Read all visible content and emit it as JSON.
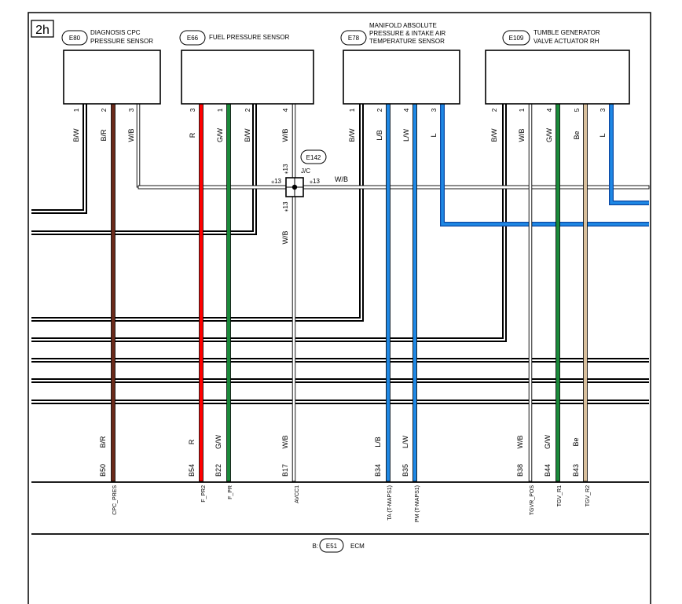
{
  "page": {
    "label": "2h"
  },
  "connectors": [
    {
      "id": "E80",
      "name_lines": [
        "DIAGNOSIS CPC",
        "PRESSURE SENSOR"
      ]
    },
    {
      "id": "E66",
      "name_lines": [
        "FUEL PRESSURE SENSOR"
      ]
    },
    {
      "id": "E78",
      "name_lines": [
        "MANIFOLD ABSOLUTE",
        "PRESSURE & INTAKE AIR",
        "TEMPERATURE SENSOR"
      ]
    },
    {
      "id": "E109",
      "name_lines": [
        "TUMBLE GENERATOR",
        "VALVE ACTUATOR RH"
      ]
    }
  ],
  "sensor_pins": [
    {
      "pin": "1",
      "wire": "B/W"
    },
    {
      "pin": "2",
      "wire": "B/R"
    },
    {
      "pin": "3",
      "wire": "W/B"
    },
    {
      "pin": "3",
      "wire": "R"
    },
    {
      "pin": "1",
      "wire": "G/W"
    },
    {
      "pin": "2",
      "wire": "B/W"
    },
    {
      "pin": "4",
      "wire": "W/B"
    },
    {
      "pin": "1",
      "wire": "B/W"
    },
    {
      "pin": "2",
      "wire": "L/B"
    },
    {
      "pin": "4",
      "wire": "L/W"
    },
    {
      "pin": "3",
      "wire": "L"
    },
    {
      "pin": "2",
      "wire": "B/W"
    },
    {
      "pin": "1",
      "wire": "W/B"
    },
    {
      "pin": "4",
      "wire": "G/W"
    },
    {
      "pin": "5",
      "wire": "Be"
    },
    {
      "pin": "3",
      "wire": "L"
    }
  ],
  "joint": {
    "id": "E142",
    "type": "J/C",
    "marker": "⁎13",
    "branch_wire": "W/B",
    "lower_wire": "W/B"
  },
  "ecm_pins": [
    {
      "wire": "B/R",
      "pin": "B50",
      "signal": "CPC_PRES"
    },
    {
      "wire": "R",
      "pin": "B54",
      "signal": "F_PR2"
    },
    {
      "wire": "G/W",
      "pin": "B22",
      "signal": "F_PR"
    },
    {
      "wire": "W/B",
      "pin": "B17",
      "signal": "AVCC1"
    },
    {
      "wire": "L/B",
      "pin": "B34",
      "signal": "TA (T-MAPS1)"
    },
    {
      "wire": "L/W",
      "pin": "B35",
      "signal": "PM (T-MAPS1)"
    },
    {
      "wire": "W/B",
      "pin": "B38",
      "signal": "TGVR_POS"
    },
    {
      "wire": "G/W",
      "pin": "B44",
      "signal": "TGV_R1"
    },
    {
      "wire": "Be",
      "pin": "B43",
      "signal": "TGV_R2"
    }
  ],
  "ecm": {
    "prefix": "B:",
    "id": "E51",
    "name": "ECM"
  },
  "colors": {
    "red": "#ff0000",
    "green": "#1a8a3a",
    "blue": "#1e88e5",
    "brown": "#6b2a1a",
    "beige": "#d8bf9c",
    "black": "#000000"
  }
}
